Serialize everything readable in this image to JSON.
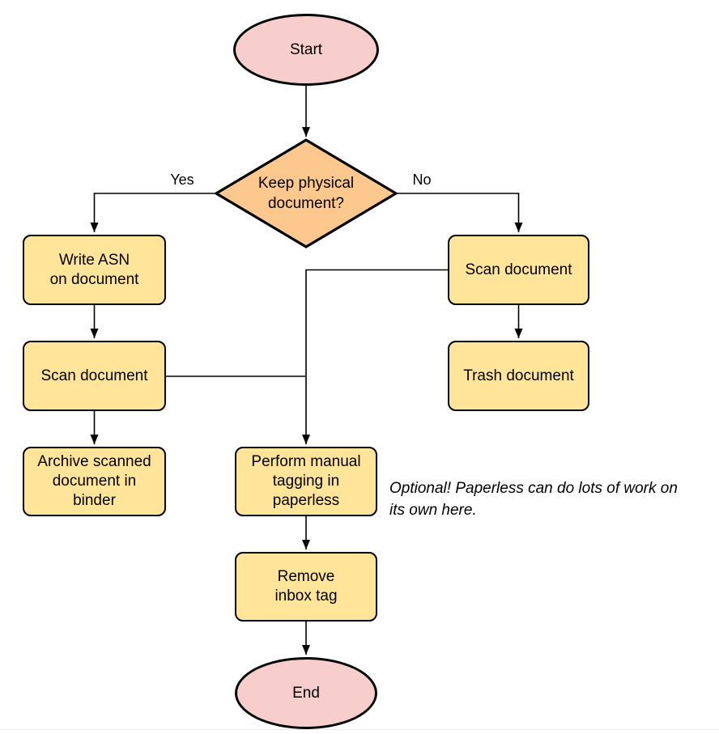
{
  "colors": {
    "terminal_fill": "#F8CECC",
    "process_fill": "#FFE49A",
    "decision_fill": "#FCC88D",
    "stroke": "#000000"
  },
  "nodes": {
    "start": {
      "label": "Start"
    },
    "decision": {
      "label": "Keep physical\ndocument?"
    },
    "write_asn": {
      "label": "Write ASN\non document"
    },
    "scan_left": {
      "label": "Scan document"
    },
    "archive": {
      "label": "Archive scanned\ndocument in\nbinder"
    },
    "scan_right": {
      "label": "Scan document"
    },
    "trash": {
      "label": "Trash document"
    },
    "tagging": {
      "label": "Perform manual\ntagging in\npaperless"
    },
    "remove_inbox": {
      "label": "Remove\ninbox tag"
    },
    "end": {
      "label": "End"
    }
  },
  "edge_labels": {
    "yes": "Yes",
    "no": "No"
  },
  "note": {
    "text": "Optional! Paperless can do lots of work on\nits own here."
  }
}
